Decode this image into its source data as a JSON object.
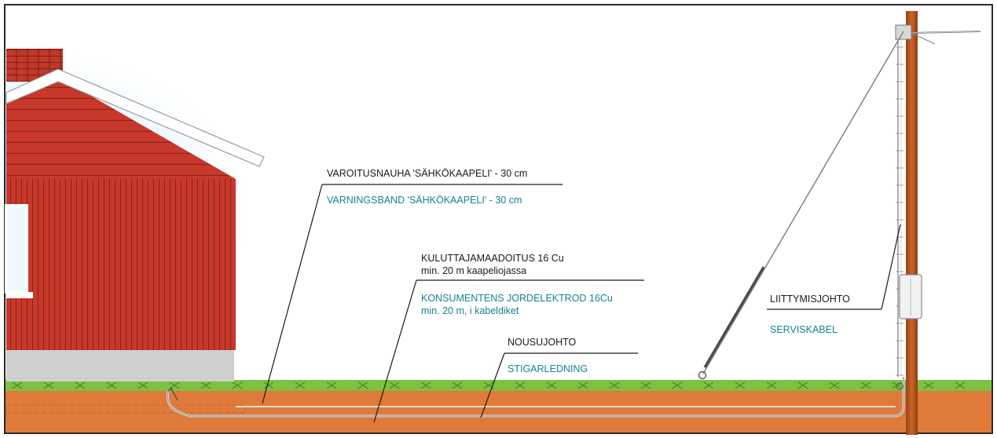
{
  "colors": {
    "sky_top": "#ffffff",
    "sky_blue": "#9fd6f2",
    "house_red": "#c8382a",
    "grass": "#7cc142",
    "soil": "#e07a3a",
    "pole": "#c05a1e",
    "text_fi": "#1a1a1a",
    "text_sv": "#14838f"
  },
  "labels": {
    "warning_tape_fi": "VAROITUSNAUHA 'SÄHKÖKAAPELI' - 30 cm",
    "warning_tape_sv": "VARNINGSBAND 'SÄHKÖKAAPELI' - 30 cm",
    "earth_electrode_fi": "KULUTTAJAMAADOITUS 16 Cu\nmin. 20 m kaapeliojassa",
    "earth_electrode_sv": "KONSUMENTENS JORDELEKTROD 16Cu\nmin. 20 m, i kabeldiket",
    "riser_fi": "NOUSUJOHTO",
    "riser_sv": "STIGARLEDNING",
    "service_cable_fi": "LIITTYMISJOHTO",
    "service_cable_sv": "SERVISKABEL"
  }
}
